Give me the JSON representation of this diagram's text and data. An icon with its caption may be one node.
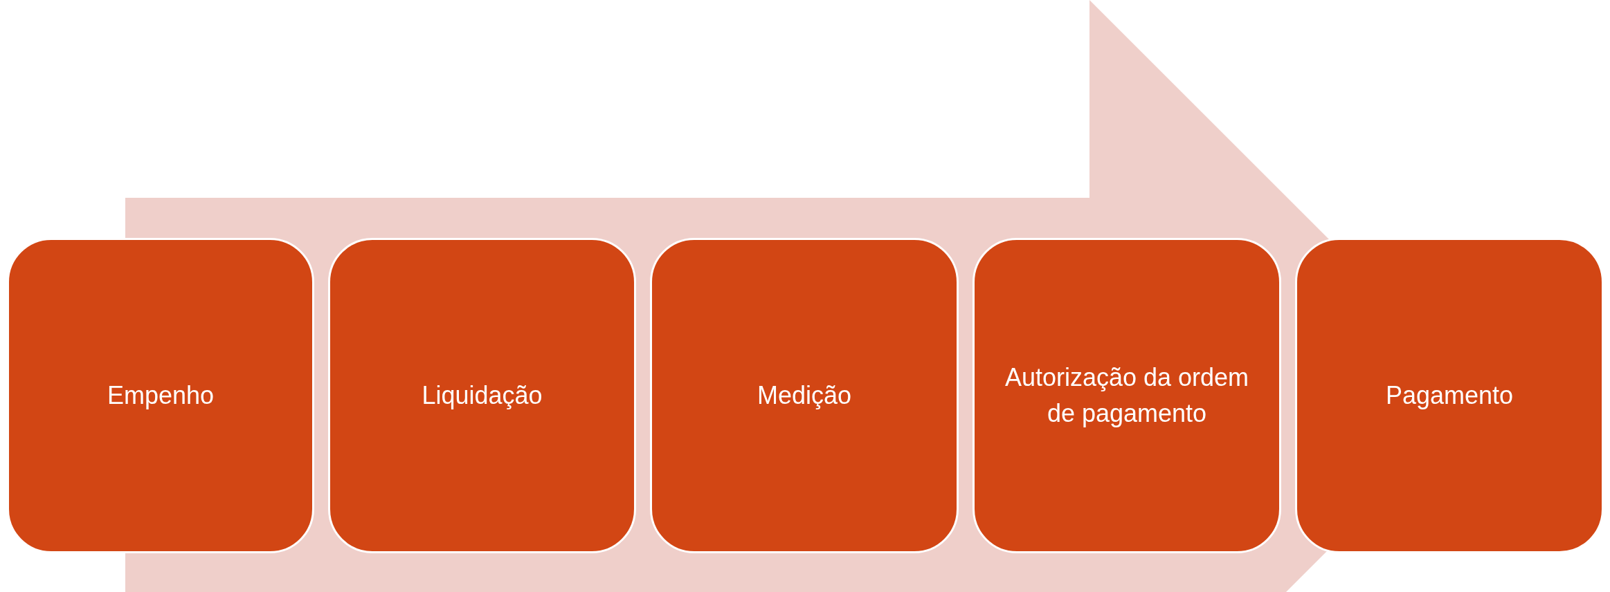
{
  "diagram": {
    "nodes": [
      {
        "text": [
          "Empenho"
        ]
      },
      {
        "text": [
          "Liquidação"
        ]
      },
      {
        "text": [
          "Medição"
        ]
      },
      {
        "text": [
          "Autorização da ordem de pagamento"
        ]
      },
      {
        "text": [
          "Pagamento"
        ]
      }
    ]
  }
}
